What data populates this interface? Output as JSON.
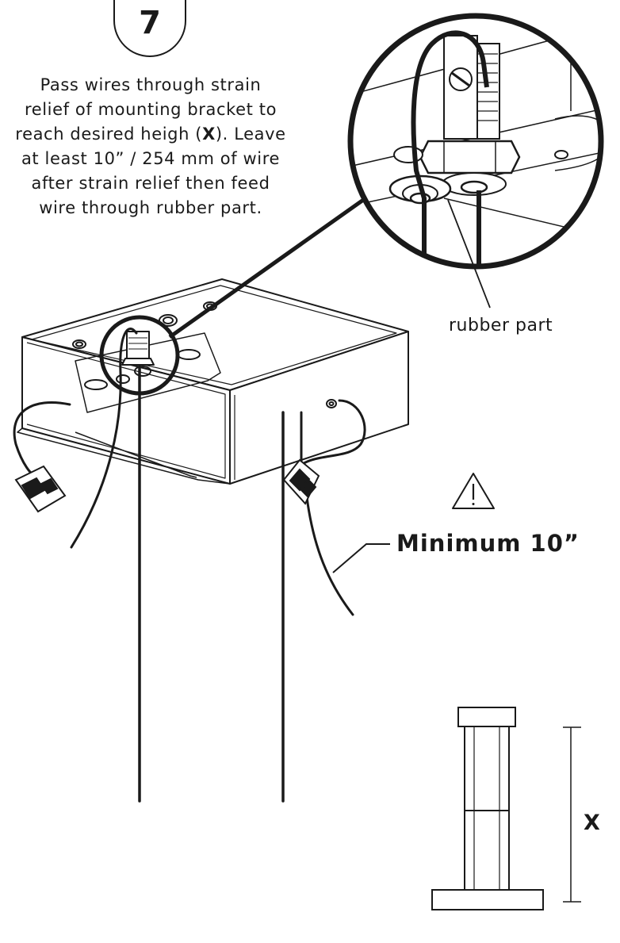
{
  "step": {
    "number": "7"
  },
  "instruction": {
    "line1": "Pass wires through strain",
    "line2": "relief of mounting bracket to",
    "line3_pre": "reach desired heigh (",
    "line3_bold": "X",
    "line3_post": "). Leave",
    "line4": "at least 10” / 254 mm of wire",
    "line5": "after strain relief then feed",
    "line6": "wire through rubber part."
  },
  "labels": {
    "rubber_part": "rubber part",
    "minimum": "Minimum 10”",
    "height": "X"
  },
  "icons": {
    "warning": "warning-triangle-icon"
  },
  "colors": {
    "ink": "#1a1a1a",
    "background": "#ffffff"
  }
}
